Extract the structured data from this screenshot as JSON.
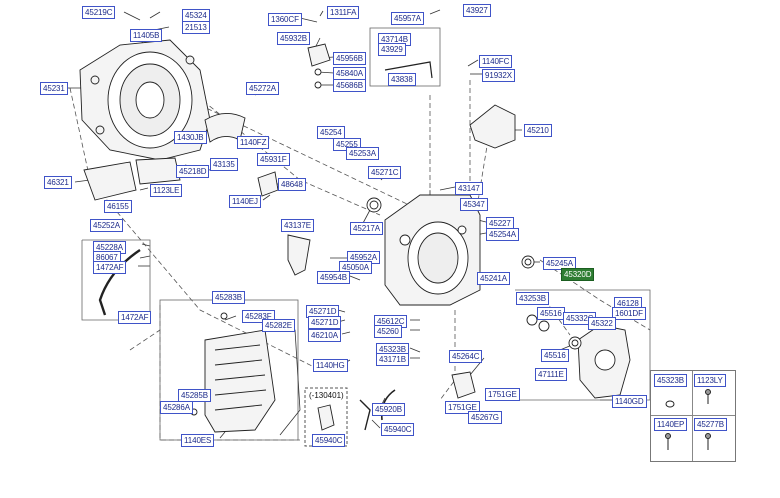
{
  "labels": {
    "l45219C": "45219C",
    "l45324": "45324",
    "l21513": "21513",
    "l11405B": "11405B",
    "l45231": "45231",
    "l1360CF": "1360CF",
    "l1311FA": "1311FA",
    "l45932B": "45932B",
    "l45956B": "45956B",
    "l45840A": "45840A",
    "l45686B": "45686B",
    "l45957A": "45957A",
    "l43927": "43927",
    "l43714B": "43714B",
    "l43929": "43929",
    "l43838": "43838",
    "l1140FC": "1140FC",
    "l91932X": "91932X",
    "l45272A": "45272A",
    "l1430JB": "1430JB",
    "l1140FZ": "1140FZ",
    "l45210": "45210",
    "l45254": "45254",
    "l45255": "45255",
    "l45253A": "45253A",
    "l45931F": "45931F",
    "l45218D": "45218D",
    "l43135": "43135",
    "l46321": "46321",
    "l1123LE": "1123LE",
    "l48648": "48648",
    "l45271C": "45271C",
    "l43147": "43147",
    "l1140EJ": "1140EJ",
    "l46155": "46155",
    "l45347": "45347",
    "l45217A": "45217A",
    "l43137E": "43137E",
    "l45227": "45227",
    "l45254A": "45254A",
    "l45252A": "45252A",
    "l45228A": "45228A",
    "l86067": "86067",
    "l1472AF_a": "1472AF",
    "l45952A": "45952A",
    "l45050A": "45050A",
    "l45954B": "45954B",
    "l45241A": "45241A",
    "l45245A": "45245A",
    "l45320D": "45320D",
    "l45283B": "45283B",
    "l43253B": "43253B",
    "l46128": "46128",
    "l1601DF": "1601DF",
    "l1472AF_b": "1472AF",
    "l45283F": "45283F",
    "l45282E": "45282E",
    "l45271D": "45271D",
    "l45271D_b": "45271D",
    "l46210A": "46210A",
    "l45612C": "45612C",
    "l45260": "45260",
    "l45516_a": "45516",
    "l45332C": "45332C",
    "l45322": "45322",
    "l45516_b": "45516",
    "l1140HG": "1140HG",
    "l45323B_a": "45323B",
    "l43171B": "43171B",
    "l45264C": "45264C",
    "l47111E": "47111E",
    "l45285B": "45285B",
    "l45286A": "45286A",
    "l45920B": "45920B",
    "l1751GE_a": "1751GE",
    "l1751GE_b": "1751GE",
    "l1140GD": "1140GD",
    "l45267G": "45267G",
    "l45940C_a": "45940C",
    "l1140ES": "1140ES",
    "l45940C_b": "45940C"
  },
  "inset_note": "(-130401)",
  "parts_table": {
    "cells": [
      "45323B",
      "1123LY",
      "1140EP",
      "45277B"
    ]
  },
  "colors": {
    "label_text": "#1c2a8a",
    "label_border": "#3f53c8",
    "highlight_bg": "#2e7d32"
  }
}
